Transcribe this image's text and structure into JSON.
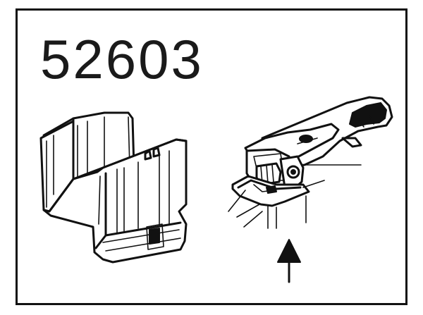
{
  "diagram": {
    "part_number": "52603",
    "components": [
      {
        "name": "holder-cup"
      },
      {
        "name": "clamp-tool"
      }
    ],
    "arrow_direction": "up",
    "colors": {
      "line": "#111111",
      "background": "#ffffff"
    }
  }
}
